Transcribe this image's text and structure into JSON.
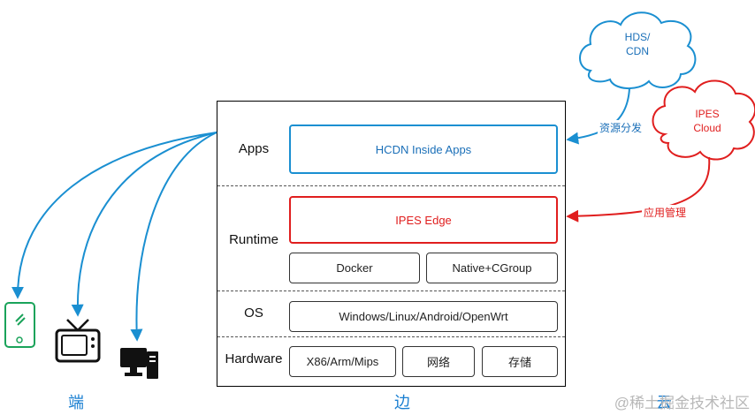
{
  "layers": {
    "apps": "Apps",
    "runtime": "Runtime",
    "os": "OS",
    "hardware": "Hardware"
  },
  "boxes": {
    "hcdn": "HCDN Inside Apps",
    "ipes_edge": "IPES Edge",
    "docker": "Docker",
    "native_cgroup": "Native+CGroup",
    "os_list": "Windows/Linux/Android/OpenWrt",
    "cpu_arch": "X86/Arm/Mips",
    "network": "网络",
    "storage": "存储"
  },
  "clouds": {
    "hds_cdn_line1": "HDS/",
    "hds_cdn_line2": "CDN",
    "ipes_cloud_line1": "IPES",
    "ipes_cloud_line2": "Cloud"
  },
  "edges": {
    "resource_distribution": "资源分发",
    "app_management": "应用管理"
  },
  "bottom": {
    "device_end": "端",
    "edge": "边",
    "cloud": "云"
  },
  "watermark": "@稀土掘金技术社区",
  "colors": {
    "blue": "#1a8fd1",
    "red": "#e01e1e",
    "green": "#1aa35a"
  },
  "icons": [
    "phone-icon",
    "tv-icon",
    "desktop-pc-icon",
    "cloud-icon"
  ]
}
